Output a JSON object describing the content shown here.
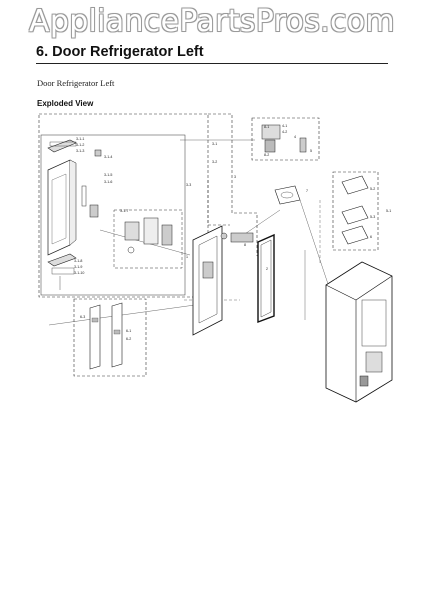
{
  "watermark": {
    "text": "AppliancePartsPros.com"
  },
  "page": {
    "title": "6.  Door Refrigerator Left",
    "subtitle": "Door Refrigerator Left",
    "section_heading": "Exploded View"
  },
  "callouts": {
    "c1": "3-1-1",
    "c2": "3-1-2",
    "c3": "3-1-3",
    "c4": "3-1-4",
    "c5": "3-1-5",
    "c6": "3-1-6",
    "c7": "3-1-7",
    "c8": "3-1-8",
    "c9": "3-1-9",
    "c10": "3-1-10",
    "c11": "3-2",
    "c12": "3-3",
    "c13": "3-1",
    "c14": "3",
    "c15": "1",
    "c16": "2",
    "c17": "4",
    "c18": "4-1",
    "c19": "4-2",
    "c20": "5",
    "c21": "5-1",
    "c22": "5-2",
    "c23": "5-3",
    "c24": "6",
    "c25": "6-1",
    "c26": "6-2",
    "c27": "6-3",
    "c28": "7",
    "c29": "8",
    "c30": "8-1",
    "c31": "8-2"
  }
}
